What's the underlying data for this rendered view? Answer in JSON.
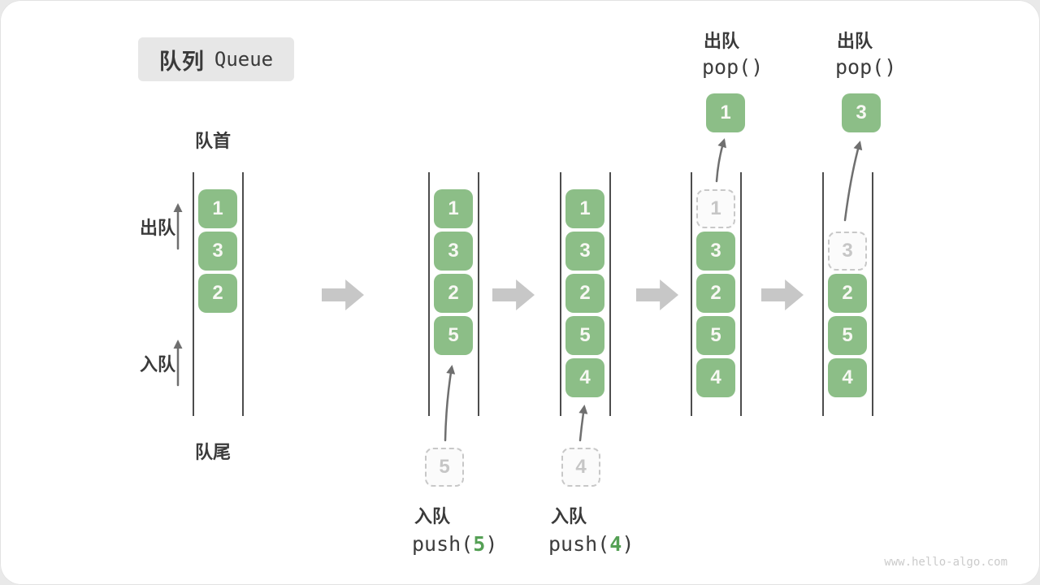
{
  "title": {
    "zh": "队列",
    "en": "Queue"
  },
  "labels": {
    "front": "队首",
    "rear": "队尾",
    "dequeue_side": "出队",
    "enqueue_side": "入队"
  },
  "colors": {
    "cell_green": "#8cbe87",
    "code_arg_green": "#55a055",
    "dashed_gray": "#c8c8c8",
    "step_arrow_gray": "#c7c7c7",
    "text_dark": "#3a3a3a"
  },
  "stages": [
    {
      "cells": [
        {
          "value": "1"
        },
        {
          "value": "3"
        },
        {
          "value": "2"
        }
      ]
    },
    {
      "cells": [
        {
          "value": "1"
        },
        {
          "value": "3"
        },
        {
          "value": "2"
        },
        {
          "value": "5"
        }
      ],
      "pending": {
        "value": "5"
      },
      "op": {
        "label": "入队",
        "prefix": "push(",
        "arg": "5",
        "suffix": ")"
      }
    },
    {
      "cells": [
        {
          "value": "1"
        },
        {
          "value": "3"
        },
        {
          "value": "2"
        },
        {
          "value": "5"
        },
        {
          "value": "4"
        }
      ],
      "pending": {
        "value": "4"
      },
      "op": {
        "label": "入队",
        "prefix": "push(",
        "arg": "4",
        "suffix": ")"
      }
    },
    {
      "removed": {
        "value": "1"
      },
      "cells": [
        {
          "value": "3"
        },
        {
          "value": "2"
        },
        {
          "value": "5"
        },
        {
          "value": "4"
        }
      ],
      "popped": {
        "value": "1"
      },
      "op": {
        "label": "出队",
        "call": "pop()"
      }
    },
    {
      "removed": {
        "value": "3"
      },
      "cells": [
        {
          "value": "2"
        },
        {
          "value": "5"
        },
        {
          "value": "4"
        }
      ],
      "popped": {
        "value": "3"
      },
      "op": {
        "label": "出队",
        "call": "pop()"
      }
    }
  ],
  "watermark": "www.hello-algo.com"
}
